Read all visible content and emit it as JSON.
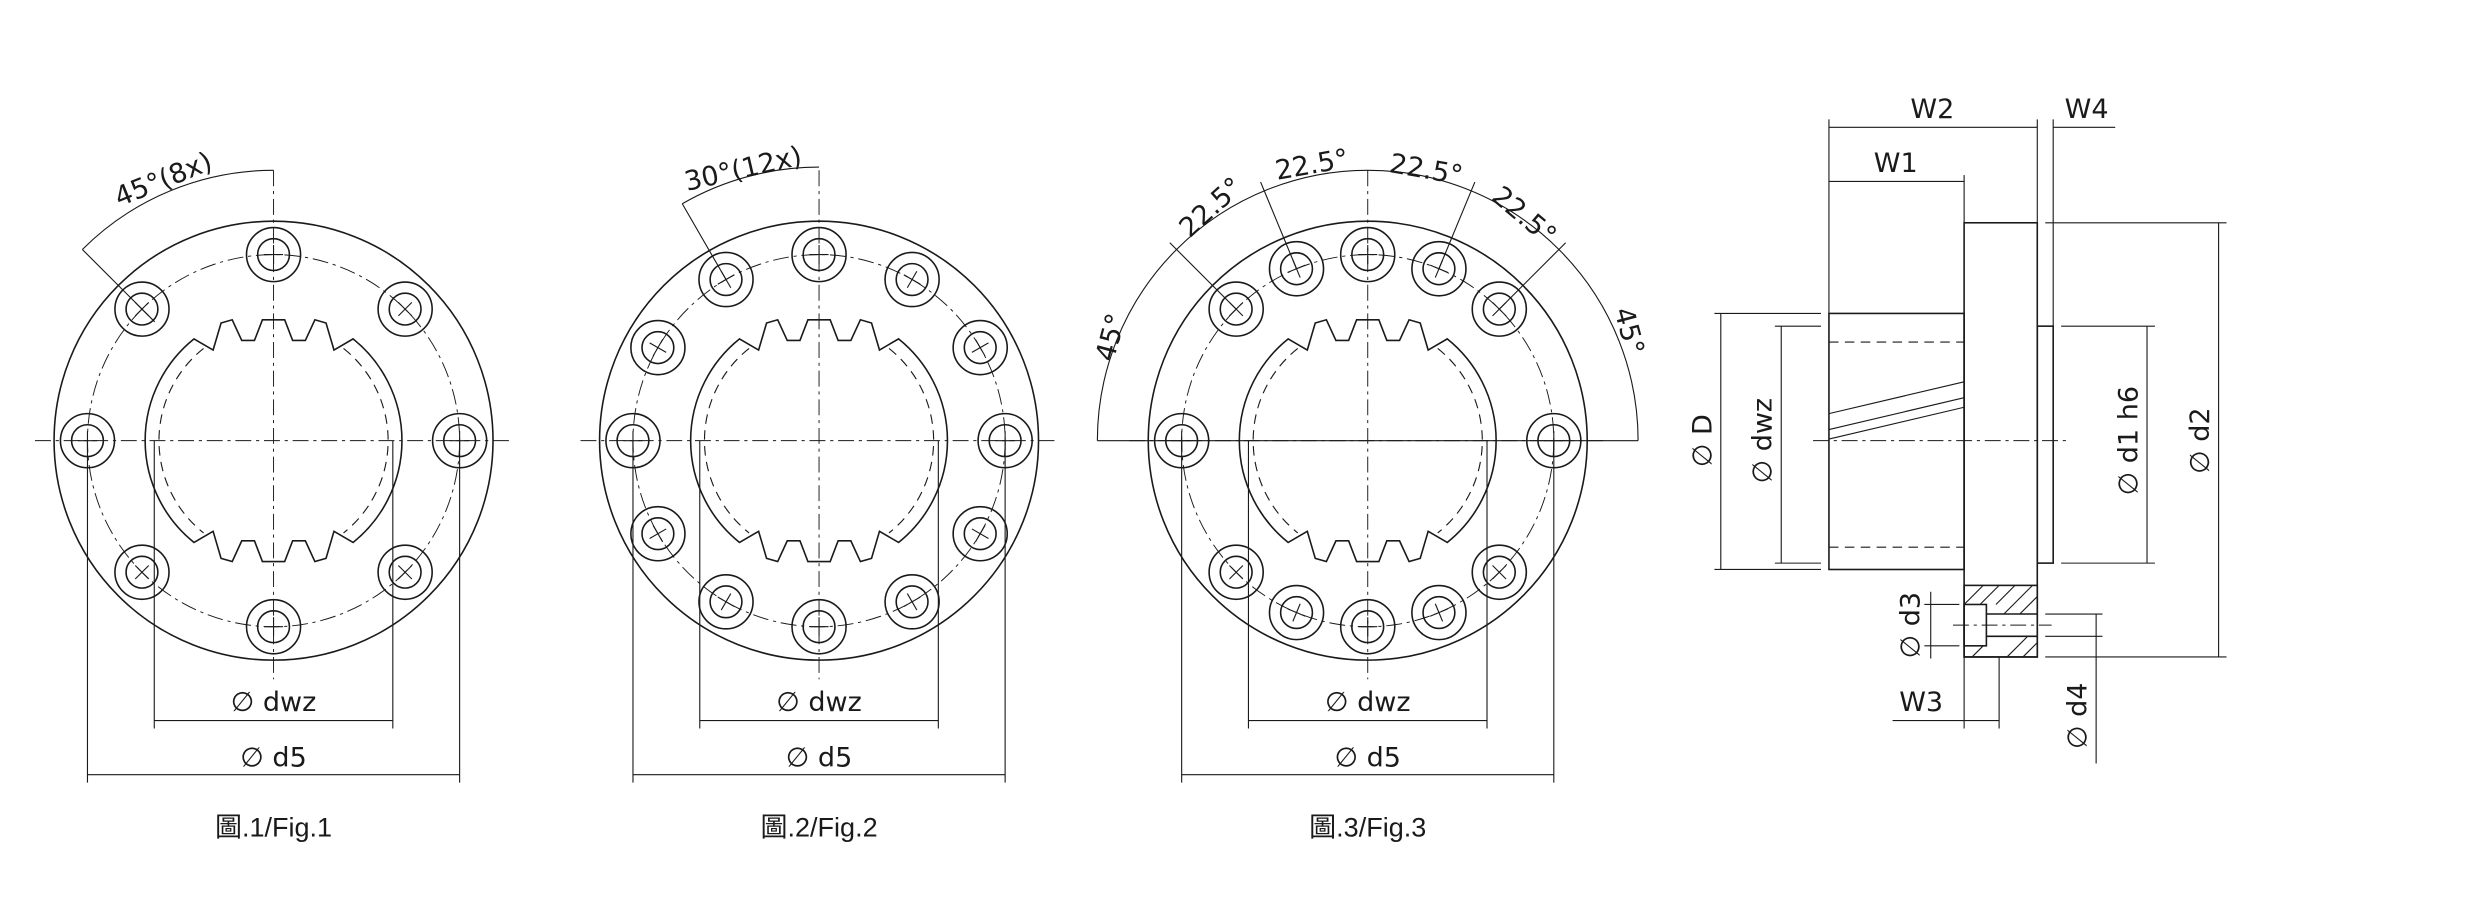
{
  "figures": [
    {
      "caption": "圖.1/Fig.1",
      "angle_label": "45°(8x)",
      "dwz_label": "∅ dwz",
      "d5_label": "∅ d5"
    },
    {
      "caption": "圖.2/Fig.2",
      "angle_label": "30°(12x)",
      "dwz_label": "∅ dwz",
      "d5_label": "∅ d5"
    },
    {
      "caption": "圖.3/Fig.3",
      "angle_labels": [
        "45°",
        "22.5°",
        "22.5°",
        "22.5°",
        "22.5°",
        "45°"
      ],
      "dwz_label": "∅ dwz",
      "d5_label": "∅ d5"
    }
  ],
  "side_view": {
    "W1": "W1",
    "W2": "W2",
    "W3": "W3",
    "W4": "W4",
    "D": "∅ D",
    "dwz": "∅ dwz",
    "d1": "∅ d1 h6",
    "d2": "∅ d2",
    "d3": "∅ d3",
    "d4": "∅ d4"
  }
}
